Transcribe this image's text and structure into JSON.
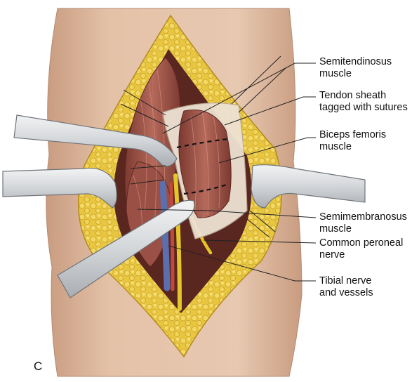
{
  "figure": {
    "panel_letter": "C",
    "labels": [
      {
        "id": "semitendinosus",
        "lines": [
          "Semitendinosus",
          "muscle"
        ]
      },
      {
        "id": "tendon-sheath",
        "lines": [
          "Tendon sheath",
          "tagged with sutures"
        ]
      },
      {
        "id": "biceps-femoris",
        "lines": [
          "Biceps femoris",
          "muscle"
        ]
      },
      {
        "id": "semimembranosus",
        "lines": [
          "Semimembranosus",
          "muscle"
        ]
      },
      {
        "id": "common-peroneal",
        "lines": [
          "Common peroneal",
          "nerve"
        ]
      },
      {
        "id": "tibial-nerve",
        "lines": [
          "Tibial nerve",
          "and vessels"
        ]
      }
    ]
  },
  "colors": {
    "skin": "#e4c2a8",
    "skin_shadow": "#c99c80",
    "fat": "#e8c640",
    "muscle": "#a85c4e",
    "muscle_dark": "#7d3a31",
    "sheath": "#ede2d3",
    "nerve": "#e5c62a",
    "vein": "#5b6fae",
    "artery": "#c0483c",
    "retractor": "#d8dadc"
  }
}
